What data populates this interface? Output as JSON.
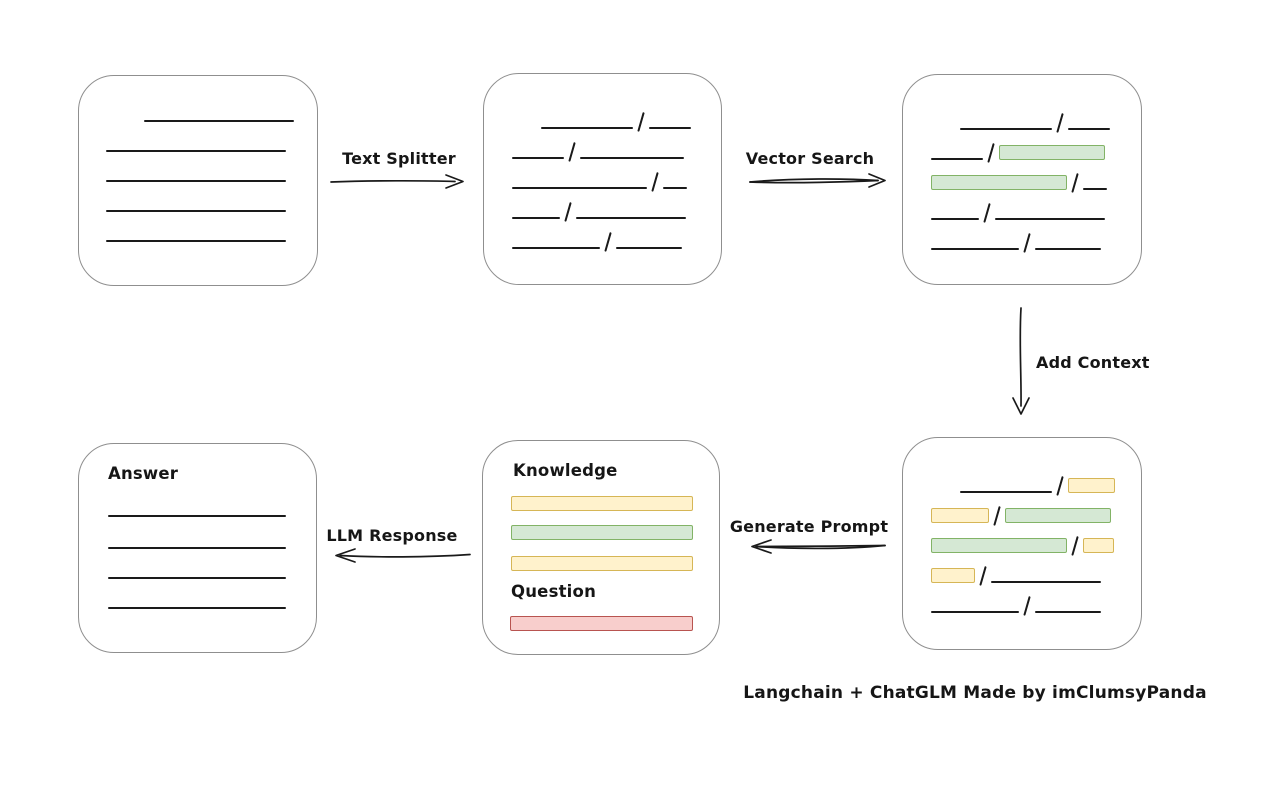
{
  "caption": "Langchain + ChatGLM Made by imClumsyPanda",
  "colors": {
    "line": "#1a1a1a",
    "box_border": "#8f8f8f",
    "green_fill": "#d5e8d4",
    "green_border": "#82b366",
    "yellow_fill": "#fff2cc",
    "yellow_border": "#d6b656",
    "red_fill": "#f8cecc",
    "red_border": "#b85450"
  },
  "arrow_labels": {
    "text_splitter": "Text Splitter",
    "vector_search": "Vector Search",
    "add_context": "Add Context",
    "generate_prompt": "Generate Prompt",
    "llm_response": "LLM Response"
  },
  "prompt_box": {
    "knowledge_label": "Knowledge",
    "question_label": "Question"
  },
  "answer_box": {
    "label": "Answer"
  },
  "chunk_rows": {
    "document": [
      [
        {
          "t": "space",
          "w": 31
        },
        {
          "t": "line",
          "w": 150
        }
      ],
      [
        {
          "t": "line",
          "w": 180
        }
      ],
      [
        {
          "t": "line",
          "w": 180
        }
      ],
      [
        {
          "t": "line",
          "w": 180
        }
      ],
      [
        {
          "t": "line",
          "w": 180
        }
      ]
    ],
    "split_text": [
      [
        {
          "t": "space",
          "w": 22
        },
        {
          "t": "line",
          "w": 92
        },
        {
          "t": "slash"
        },
        {
          "t": "line",
          "w": 42
        }
      ],
      [
        {
          "t": "line",
          "w": 52
        },
        {
          "t": "slash"
        },
        {
          "t": "line",
          "w": 104
        }
      ],
      [
        {
          "t": "line",
          "w": 135
        },
        {
          "t": "slash"
        },
        {
          "t": "line",
          "w": 24
        }
      ],
      [
        {
          "t": "line",
          "w": 48
        },
        {
          "t": "slash"
        },
        {
          "t": "line",
          "w": 110
        }
      ],
      [
        {
          "t": "line",
          "w": 88
        },
        {
          "t": "slash"
        },
        {
          "t": "line",
          "w": 66
        }
      ]
    ],
    "vector_matches": [
      [
        {
          "t": "space",
          "w": 22
        },
        {
          "t": "line",
          "w": 92
        },
        {
          "t": "slash"
        },
        {
          "t": "line",
          "w": 42
        }
      ],
      [
        {
          "t": "line",
          "w": 52
        },
        {
          "t": "slash"
        },
        {
          "t": "bar",
          "c": "green",
          "w": 106
        }
      ],
      [
        {
          "t": "bar",
          "c": "green",
          "w": 136
        },
        {
          "t": "slash"
        },
        {
          "t": "line",
          "w": 24
        }
      ],
      [
        {
          "t": "line",
          "w": 48
        },
        {
          "t": "slash"
        },
        {
          "t": "line",
          "w": 110
        }
      ],
      [
        {
          "t": "line",
          "w": 88
        },
        {
          "t": "slash"
        },
        {
          "t": "line",
          "w": 66
        }
      ]
    ],
    "context": [
      [
        {
          "t": "space",
          "w": 22
        },
        {
          "t": "line",
          "w": 92
        },
        {
          "t": "slash"
        },
        {
          "t": "bar",
          "c": "yellow",
          "w": 47
        }
      ],
      [
        {
          "t": "bar",
          "c": "yellow",
          "w": 58
        },
        {
          "t": "slash"
        },
        {
          "t": "bar",
          "c": "green",
          "w": 106
        }
      ],
      [
        {
          "t": "bar",
          "c": "green",
          "w": 136
        },
        {
          "t": "slash"
        },
        {
          "t": "bar",
          "c": "yellow",
          "w": 31
        }
      ],
      [
        {
          "t": "bar",
          "c": "yellow",
          "w": 44
        },
        {
          "t": "slash"
        },
        {
          "t": "line",
          "w": 110
        }
      ],
      [
        {
          "t": "line",
          "w": 88
        },
        {
          "t": "slash"
        },
        {
          "t": "line",
          "w": 66
        }
      ]
    ]
  }
}
